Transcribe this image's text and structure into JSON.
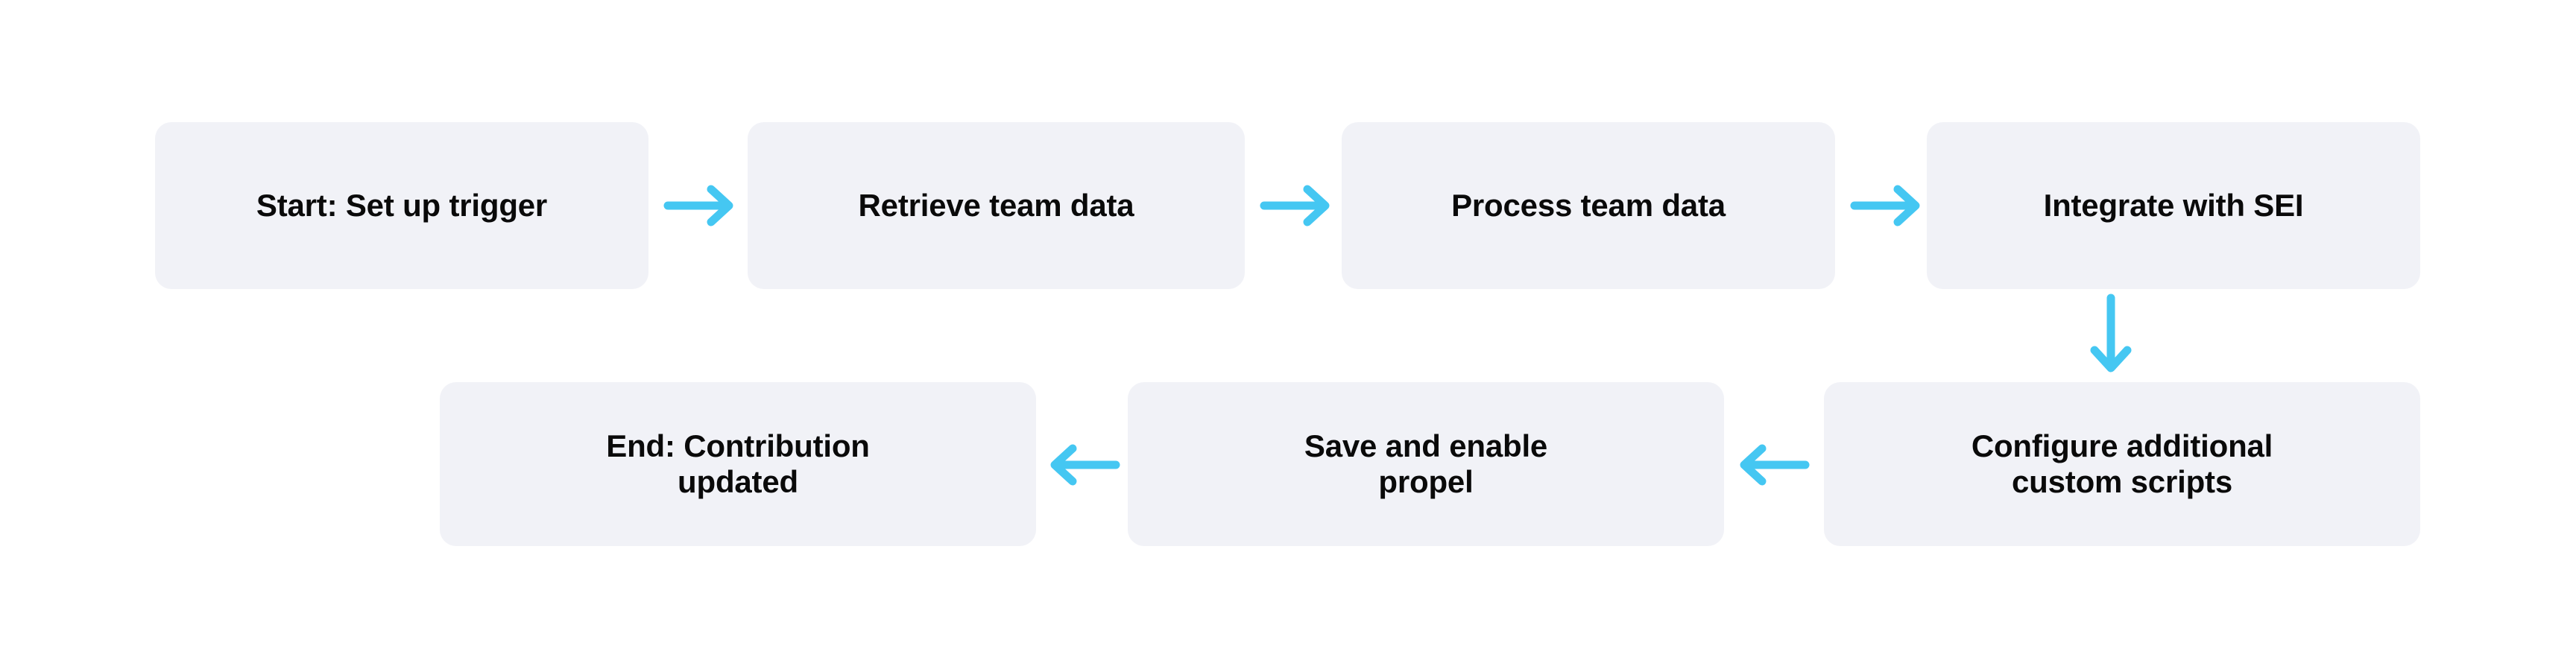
{
  "diagram": {
    "type": "flowchart",
    "title": "",
    "background_color": "#FFFFFF",
    "node_fill_color": "#F1F2F7",
    "node_text_color": "#0A0A0A",
    "arrow_color": "#45C7F2",
    "nodes": [
      {
        "id": "start",
        "label": "Start: Set up trigger",
        "row": 1,
        "order": 1
      },
      {
        "id": "retrieve",
        "label": "Retrieve team data",
        "row": 1,
        "order": 2
      },
      {
        "id": "process",
        "label": "Process team data",
        "row": 1,
        "order": 3
      },
      {
        "id": "integrate",
        "label": "Integrate with SEI",
        "row": 1,
        "order": 4
      },
      {
        "id": "configure",
        "label": "Configure additional\ncustom scripts",
        "row": 2,
        "order": 1
      },
      {
        "id": "save",
        "label": "Save and enable\npropel",
        "row": 2,
        "order": 2
      },
      {
        "id": "end",
        "label": "End: Contribution\nupdated",
        "row": 2,
        "order": 3
      }
    ],
    "edges": [
      {
        "from": "start",
        "to": "retrieve",
        "direction": "right"
      },
      {
        "from": "retrieve",
        "to": "process",
        "direction": "right"
      },
      {
        "from": "process",
        "to": "integrate",
        "direction": "right"
      },
      {
        "from": "integrate",
        "to": "configure",
        "direction": "down"
      },
      {
        "from": "configure",
        "to": "save",
        "direction": "left"
      },
      {
        "from": "save",
        "to": "end",
        "direction": "left"
      }
    ]
  }
}
